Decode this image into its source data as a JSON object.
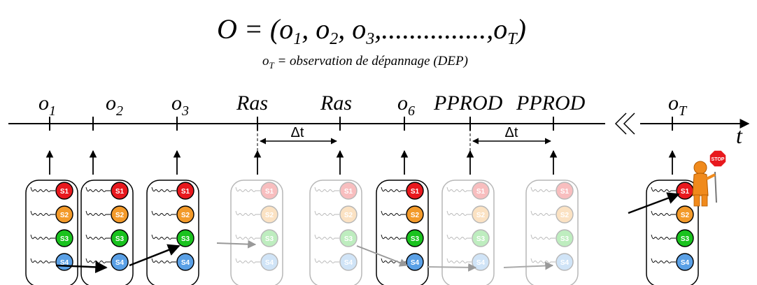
{
  "formula": {
    "lhs": "O",
    "eq": " = (",
    "o1": "o",
    "s1": "1",
    "comma1": ", ",
    "o2": "o",
    "s2": "2",
    "comma2": ", ",
    "o3": "o",
    "s3": "3",
    "dots": ",...............,",
    "oT": "o",
    "sT": "T",
    "close": ")"
  },
  "subtitle": {
    "o": "o",
    "sub": "T",
    "text": " = observation de dépannage (DEP)"
  },
  "timeline": {
    "axis_label": "t",
    "delta": "Δt",
    "stations": [
      {
        "main": "o",
        "sub": "1",
        "active": true
      },
      {
        "main": "o",
        "sub": "2",
        "active": true
      },
      {
        "main": "o",
        "sub": "3",
        "active": true
      },
      {
        "main": "Ras",
        "sub": "",
        "active": false
      },
      {
        "main": "Ras",
        "sub": "",
        "active": false
      },
      {
        "main": "o",
        "sub": "6",
        "active": true
      },
      {
        "main": "PPROD",
        "sub": "",
        "active": false
      },
      {
        "main": "PPROD",
        "sub": "",
        "active": false
      },
      {
        "main": "o",
        "sub": "T",
        "active": true
      }
    ]
  },
  "states": [
    {
      "label": "S1",
      "color": "#e8191e"
    },
    {
      "label": "S2",
      "color": "#f39a2a"
    },
    {
      "label": "S3",
      "color": "#19c21e"
    },
    {
      "label": "S4",
      "color": "#5aa0e6"
    }
  ],
  "stop_sign": "STOP"
}
